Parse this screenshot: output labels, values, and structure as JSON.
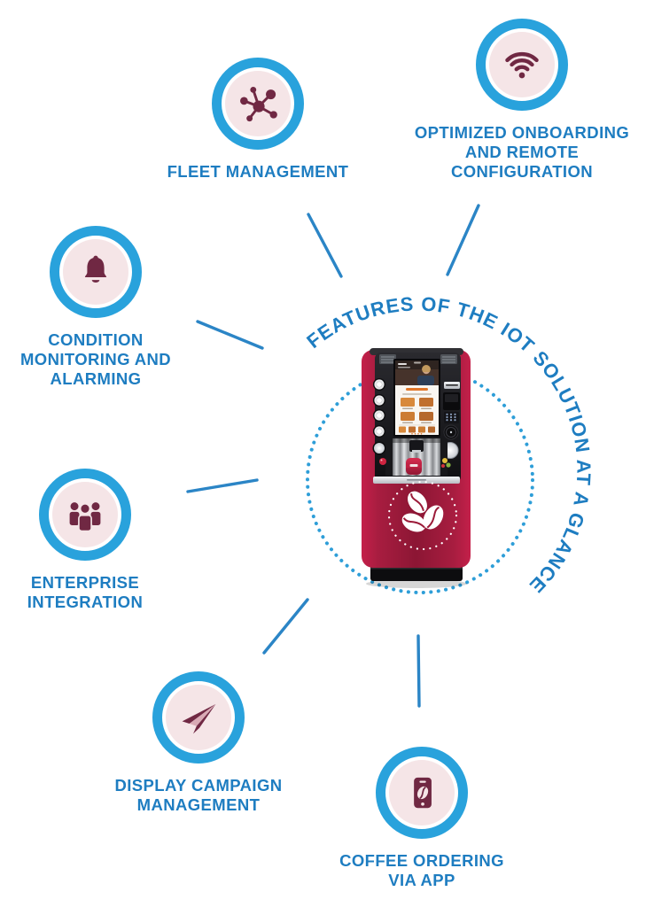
{
  "title_arc": "FEATURES OF THE IOT SOLUTION AT A GLANCE",
  "center_illustration": "coffee-vending-machine",
  "colors": {
    "label_blue": "#1e7dc1",
    "ring_blue": "#29a2dc",
    "connector_blue": "#2b85c6",
    "dotted_circle_blue": "#2e9ed8",
    "icon_maroon": "#702843",
    "icon_background_pink": "#f5e5e7",
    "machine_red": "#a81d3f"
  },
  "features": [
    {
      "id": "fleet-management",
      "icon": "network-hub-icon",
      "lines": [
        "FLEET MANAGEMENT"
      ]
    },
    {
      "id": "optimized-onboarding",
      "icon": "wifi-icon",
      "lines": [
        "OPTIMIZED ONBOARDING",
        "AND REMOTE",
        "CONFIGURATION"
      ]
    },
    {
      "id": "condition-monitoring",
      "icon": "bell-icon",
      "lines": [
        "CONDITION",
        "MONITORING AND",
        "ALARMING"
      ]
    },
    {
      "id": "enterprise-integration",
      "icon": "people-group-icon",
      "lines": [
        "ENTERPRISE",
        "INTEGRATION"
      ]
    },
    {
      "id": "display-campaign-management",
      "icon": "paper-plane-icon",
      "lines": [
        "DISPLAY CAMPAIGN",
        "MANAGEMENT"
      ]
    },
    {
      "id": "coffee-ordering-via-app",
      "icon": "smartphone-coffee-icon",
      "lines": [
        "COFFEE ORDERING",
        "VIA APP"
      ]
    }
  ]
}
